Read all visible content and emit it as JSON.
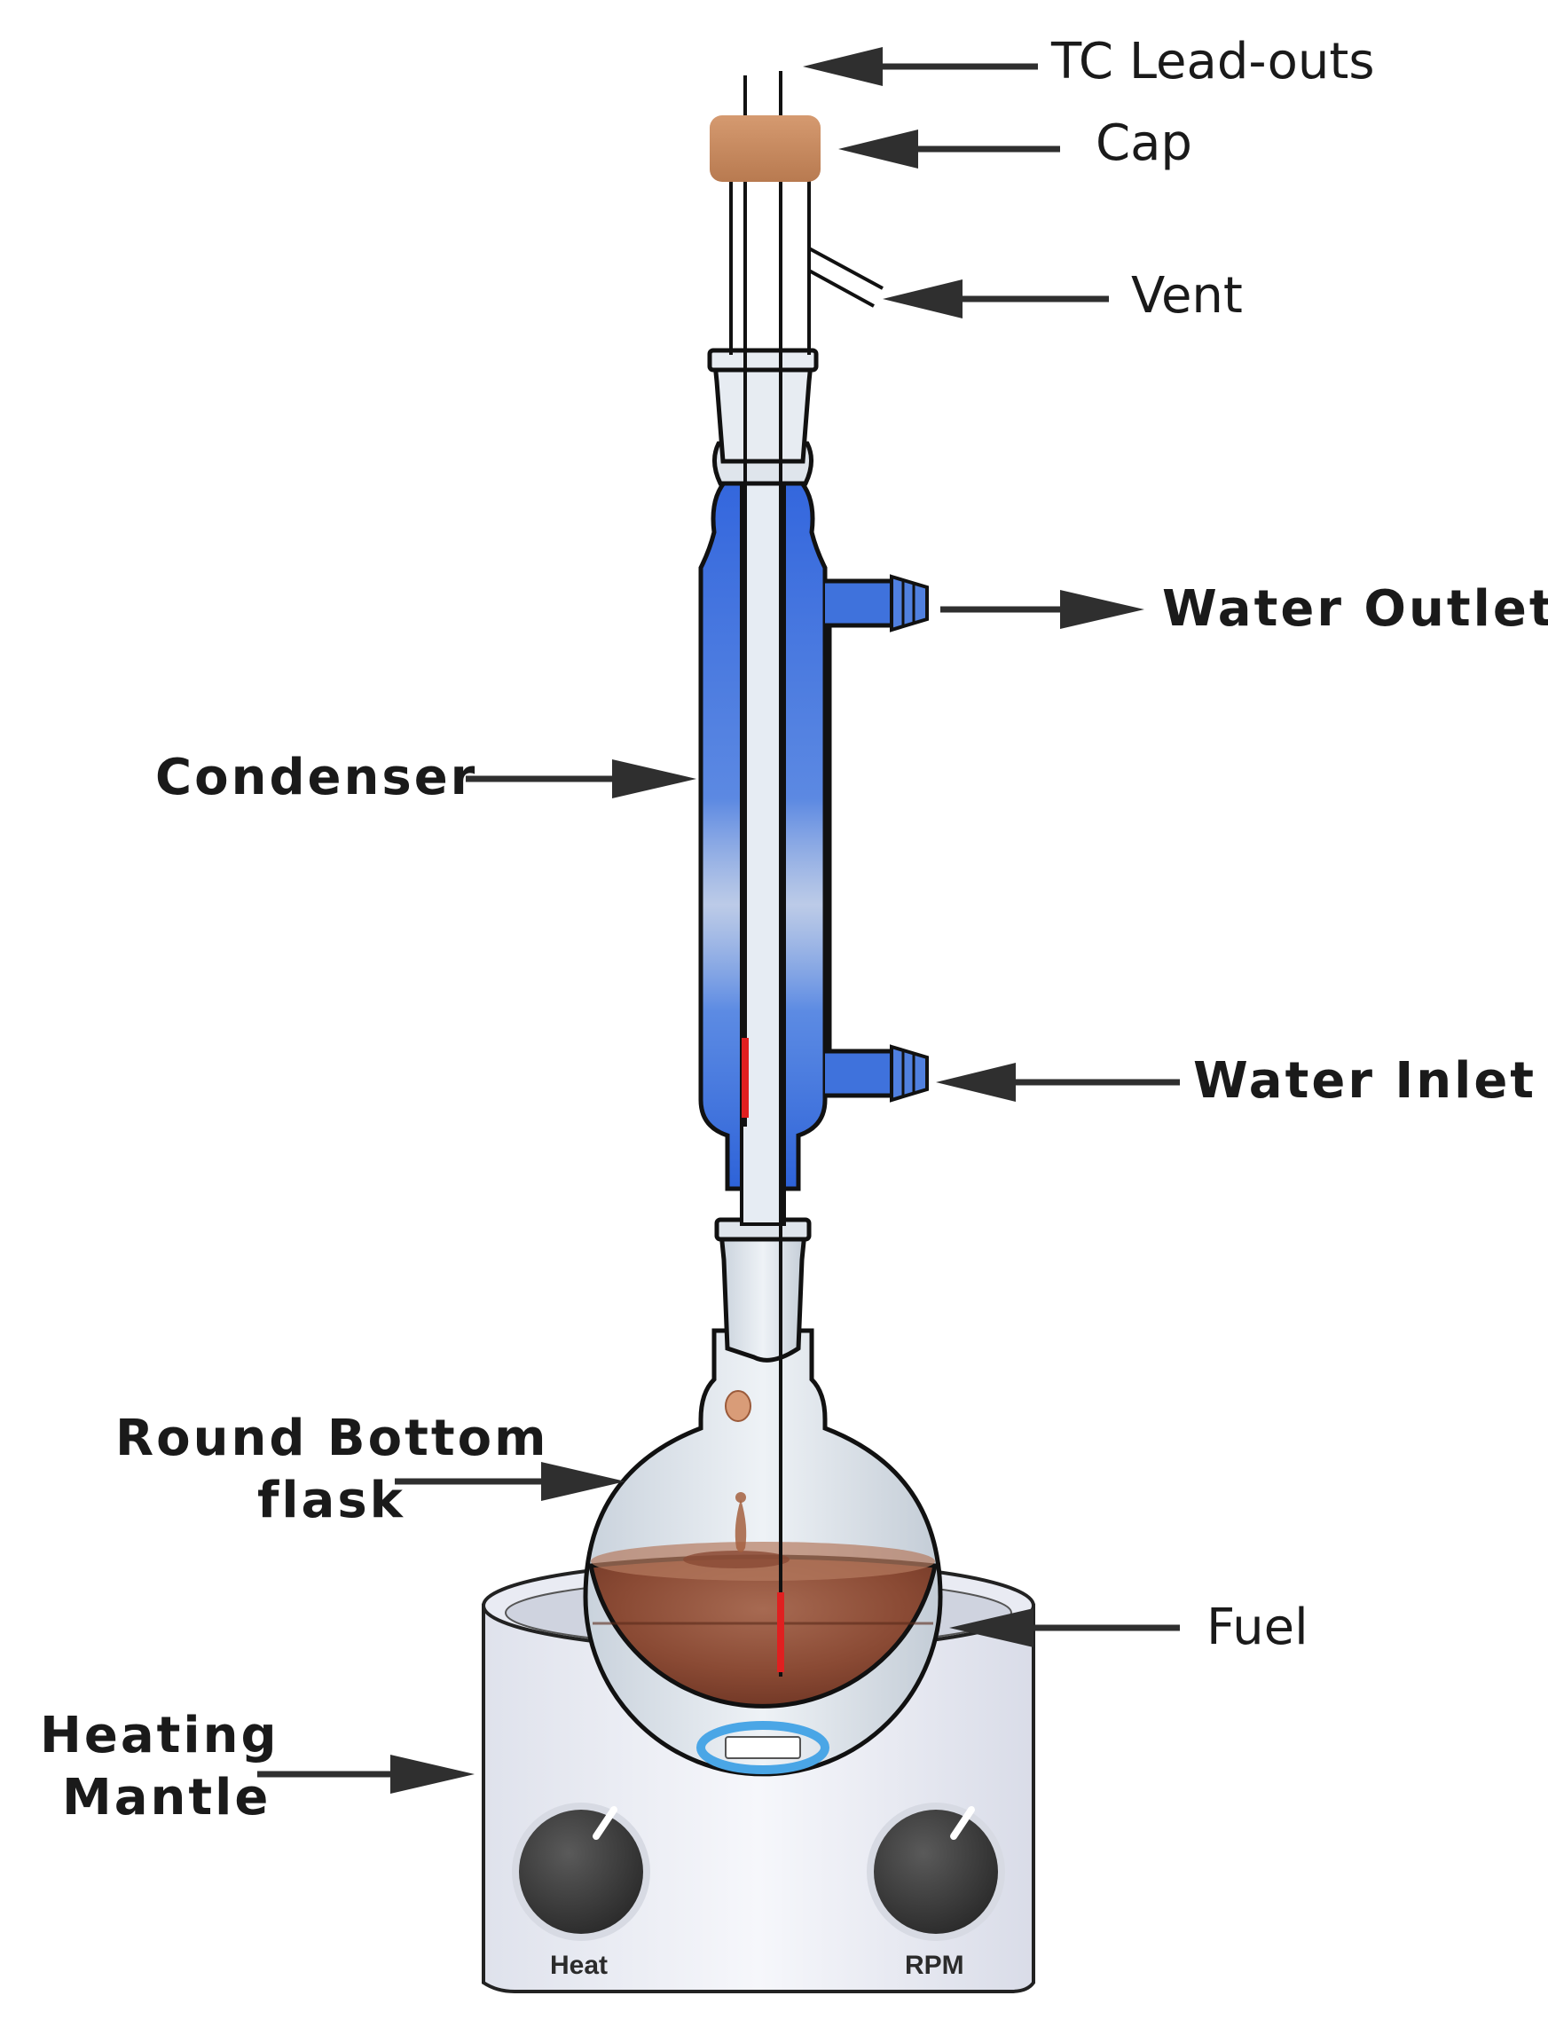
{
  "labels": {
    "tc_leadouts": "TC Lead-outs",
    "cap": "Cap",
    "vent": "Vent",
    "water_outlet": "Water Outlet",
    "condenser": "Condenser",
    "water_inlet": "Water Inlet",
    "round_bottom_line1": "Round Bottom",
    "round_bottom_line2": "flask",
    "fuel": "Fuel",
    "heating_mantle_line1": "Heating",
    "heating_mantle_line2": "Mantle"
  },
  "knobs": {
    "heat": "Heat",
    "rpm": "RPM"
  },
  "colors": {
    "cap": "#c98a5e",
    "water": "#3a6fd8",
    "fuel": "#8a4a32",
    "thermocouple_tip": "#e02020",
    "arrow": "#2f2f2f",
    "mantle": "#eef0f7",
    "knob": "#3c3c3c"
  }
}
